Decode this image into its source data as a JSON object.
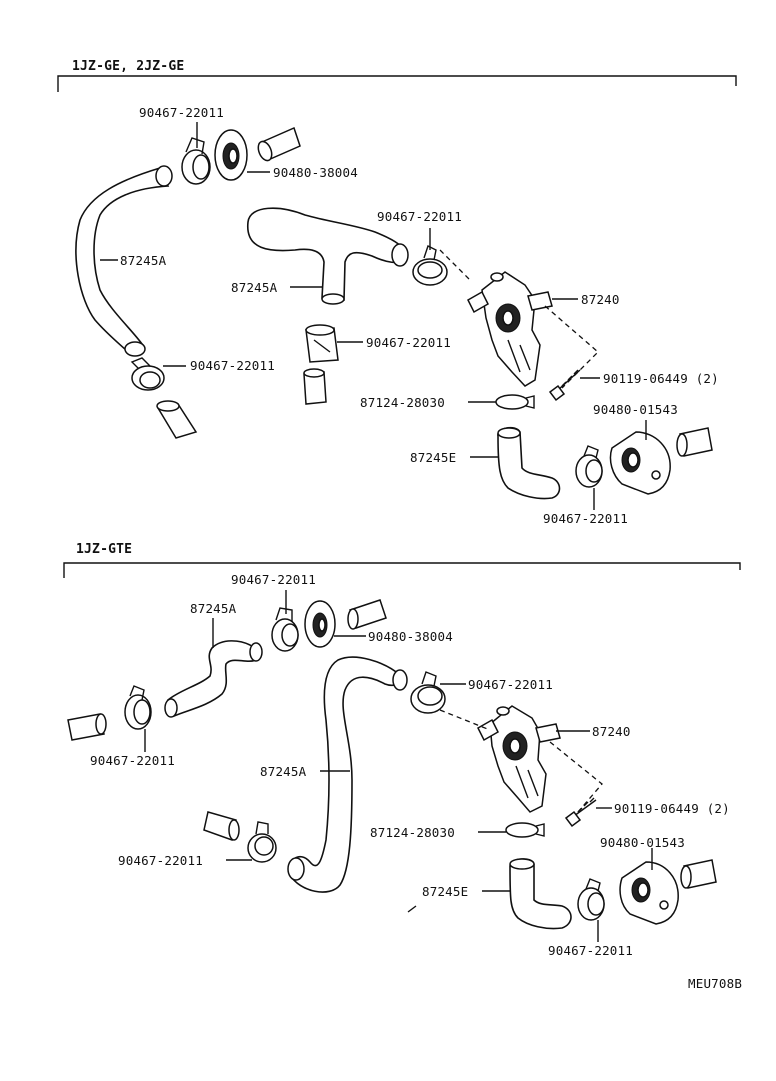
{
  "sections": [
    {
      "title": "1JZ-GE, 2JZ-GE"
    },
    {
      "title": "1JZ-GTE"
    }
  ],
  "labels": {
    "s1": {
      "clamp_top": "90467-22011",
      "grommet_top": "90480-38004",
      "clamp_mid": "90467-22011",
      "hose_a_left": "87245A",
      "hose_a_mid": "87245A",
      "clamp_band": "90467-22011",
      "clamp_lower_left": "90467-22011",
      "valve": "87240",
      "screw": "90119-06449 (2)",
      "clip": "87124-28030",
      "grommet_br": "90480-01543",
      "hose_e": "87245E",
      "clamp_br": "90467-22011"
    },
    "s2": {
      "clamp_top": "90467-22011",
      "hose_a_top": "87245A",
      "grommet_top": "90480-38004",
      "clamp_mid": "90467-22011",
      "clamp_left": "90467-22011",
      "valve": "87240",
      "hose_a_mid": "87245A",
      "screw": "90119-06449 (2)",
      "clip": "87124-28030",
      "clamp_lower_left": "90467-22011",
      "grommet_br": "90480-01543",
      "hose_e": "87245E",
      "clamp_br": "90467-22011"
    }
  },
  "figure_code": "MEU708B",
  "icons": [
    "hose-clamp-icon",
    "grommet-icon",
    "water-valve-icon",
    "screw-icon",
    "pipe-stub-icon"
  ]
}
